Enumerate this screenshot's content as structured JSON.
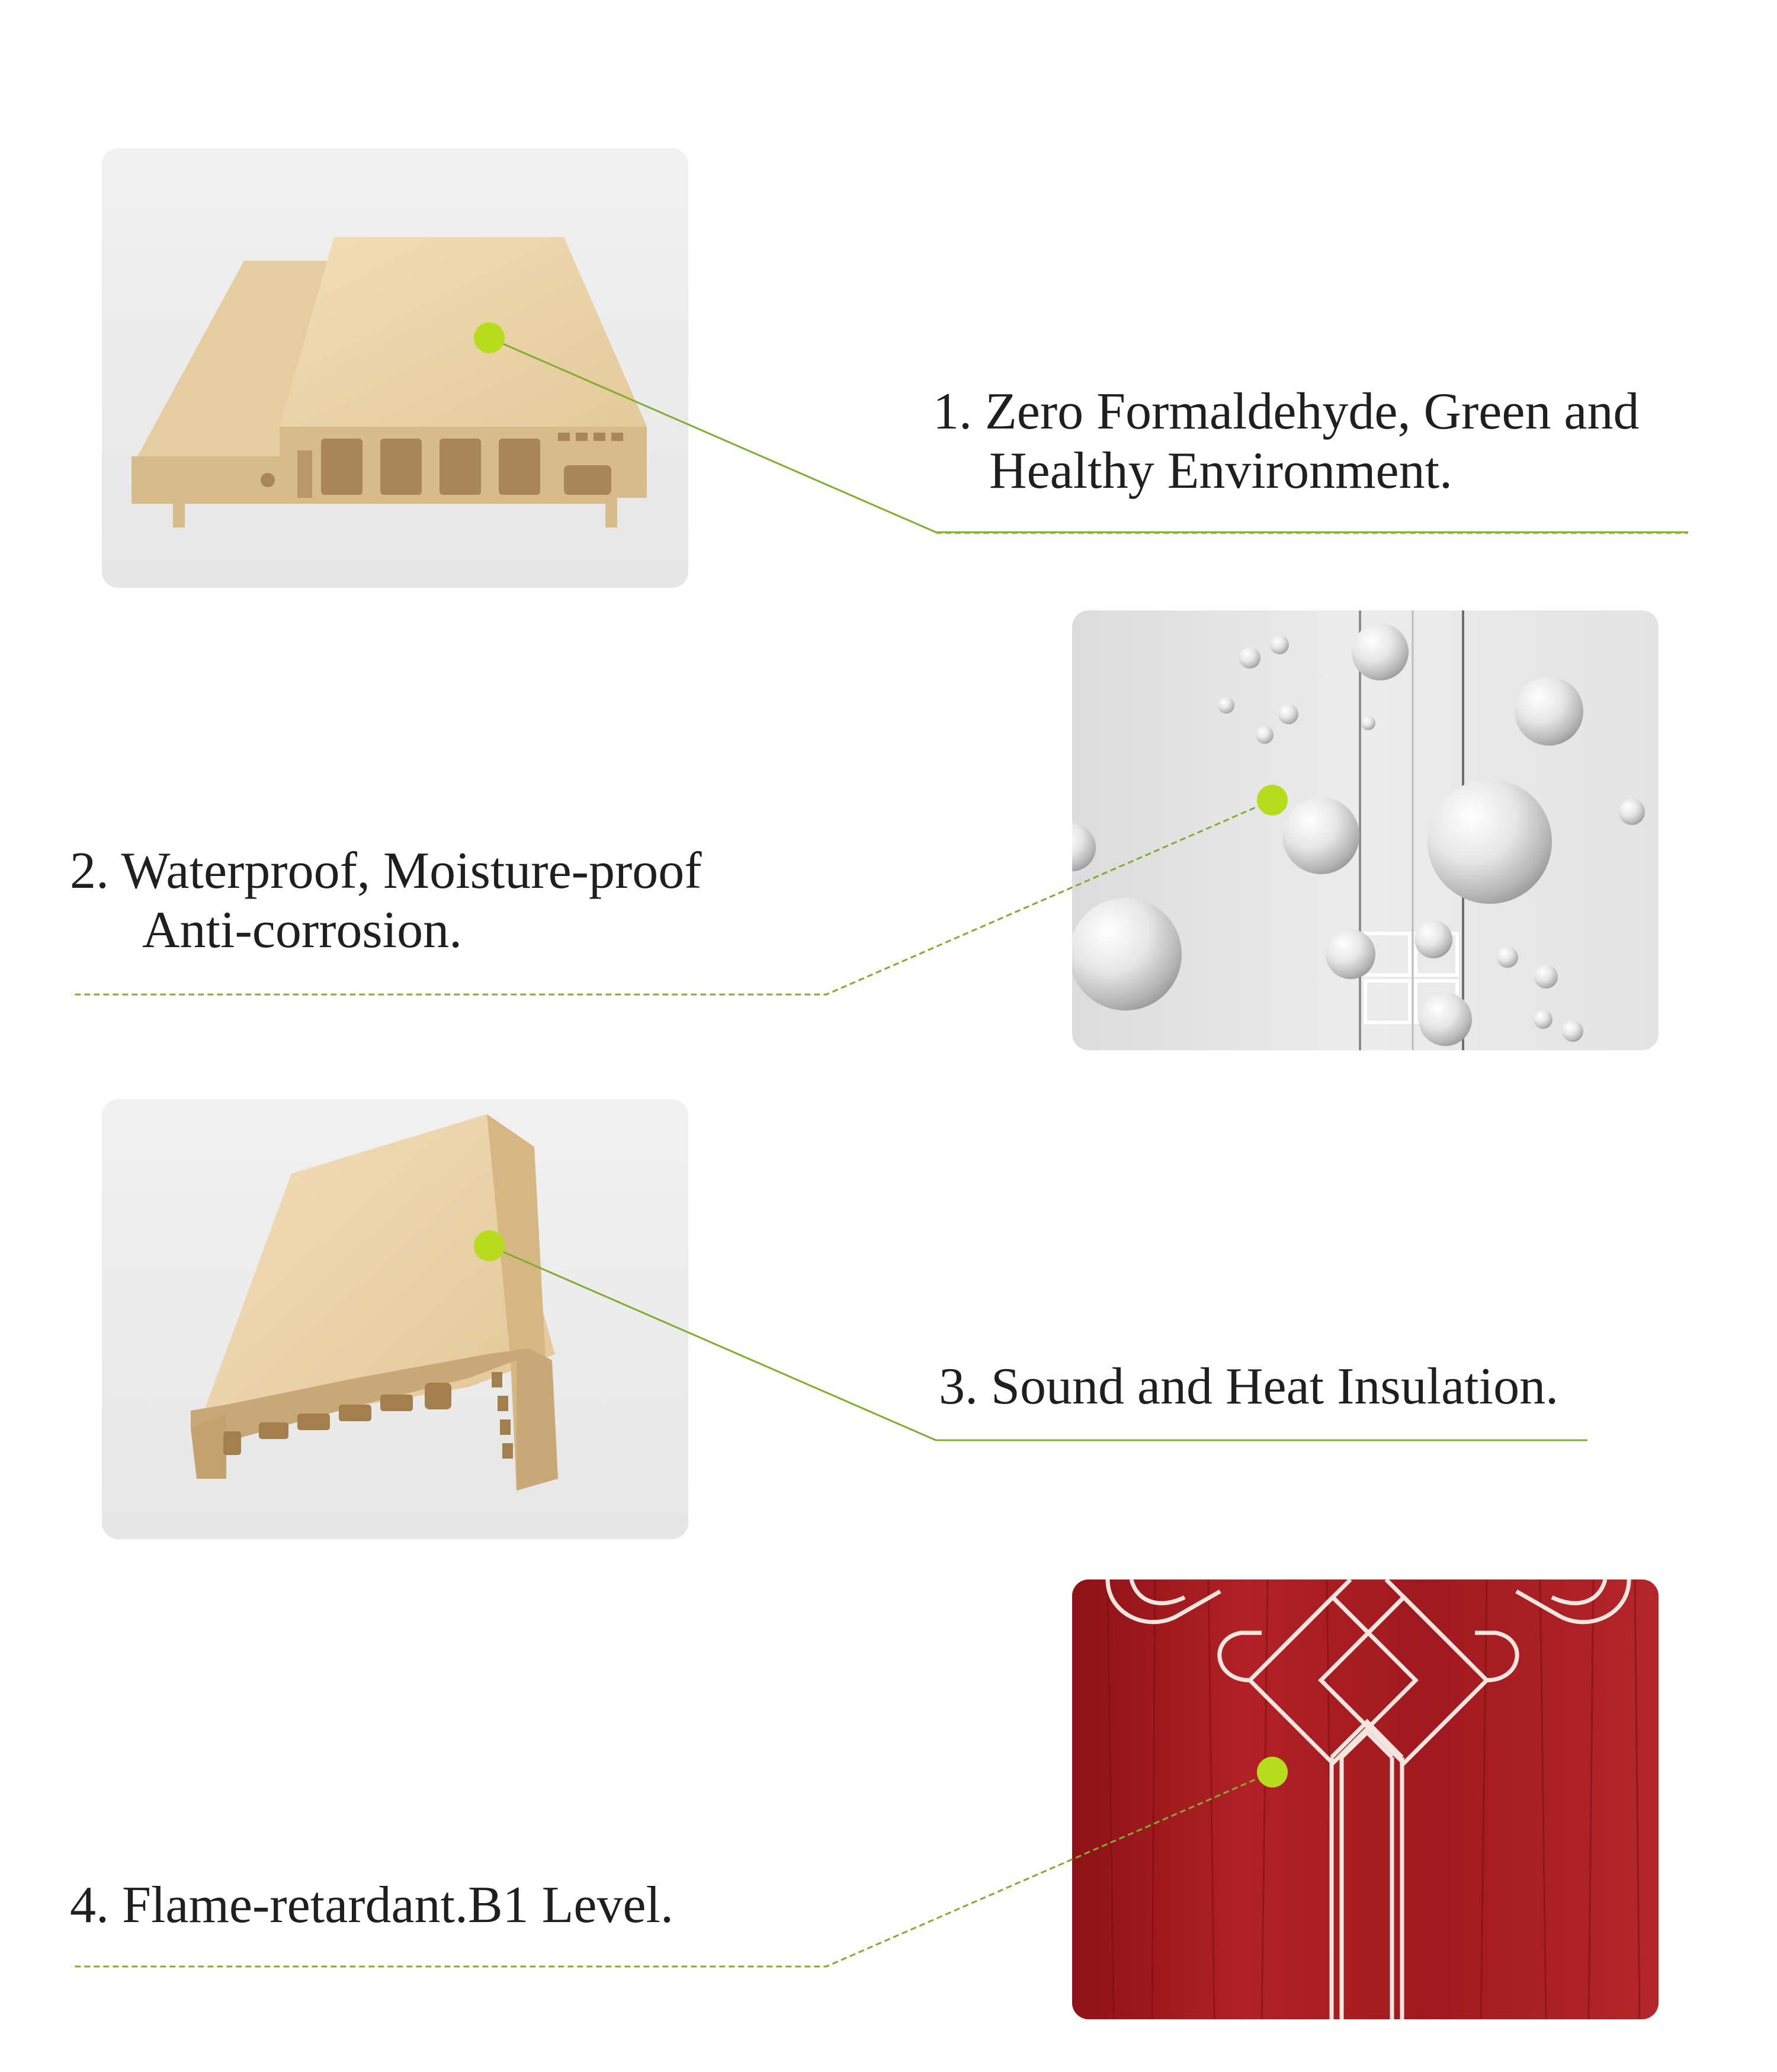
{
  "features": [
    {
      "number": "1.",
      "line1": "Zero Formaldehyde, Green and",
      "line2": "Healthy Environment."
    },
    {
      "number": "2.",
      "line1": "Waterproof, Moisture-proof",
      "line2": "Anti-corrosion."
    },
    {
      "number": "3.",
      "line1": "Sound and Heat Insulation.",
      "line2": ""
    },
    {
      "number": "4.",
      "line1": "Flame-retardant.B1 Level.",
      "line2": ""
    }
  ],
  "colors": {
    "marker": "#b6dc1c",
    "leader": "#7fae2e",
    "wood_light": "#e9d2a8",
    "wood_dark": "#c9a877",
    "red_panel": "#a3191e",
    "panel_bg": "#ededed"
  }
}
